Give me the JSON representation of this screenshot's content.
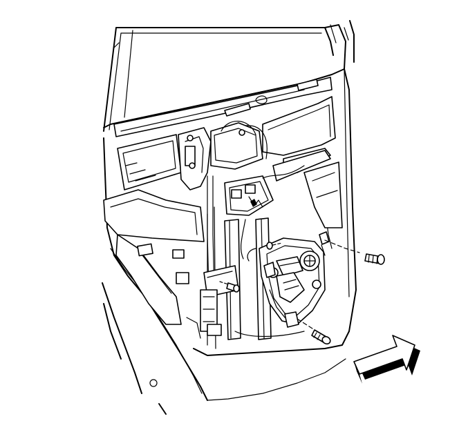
{
  "figure": {
    "kind": "exploded-service-illustration",
    "subject_icons": {
      "door": "door-inner-panel",
      "module": "window-regulator-motor",
      "fasteners": "bolt",
      "direction": "front-direction-arrow"
    }
  }
}
